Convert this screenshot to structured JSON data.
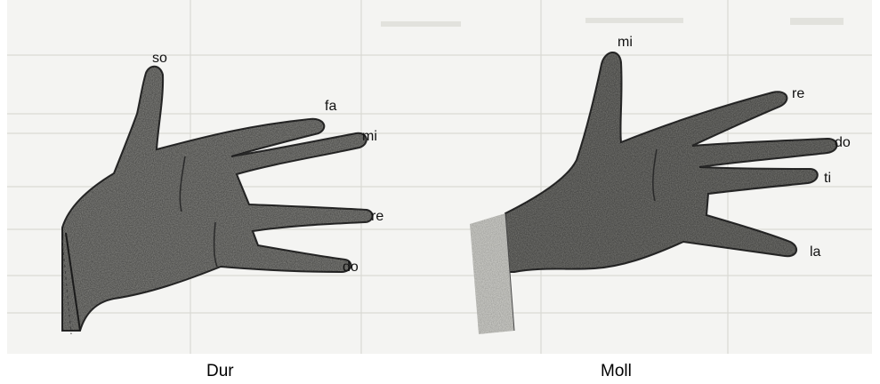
{
  "figures": [
    {
      "caption": "Dur",
      "fingers": [
        "so",
        "fa",
        "mi",
        "re",
        "do"
      ]
    },
    {
      "caption": "Moll",
      "fingers": [
        "mi",
        "re",
        "do",
        "ti",
        "la"
      ]
    }
  ]
}
